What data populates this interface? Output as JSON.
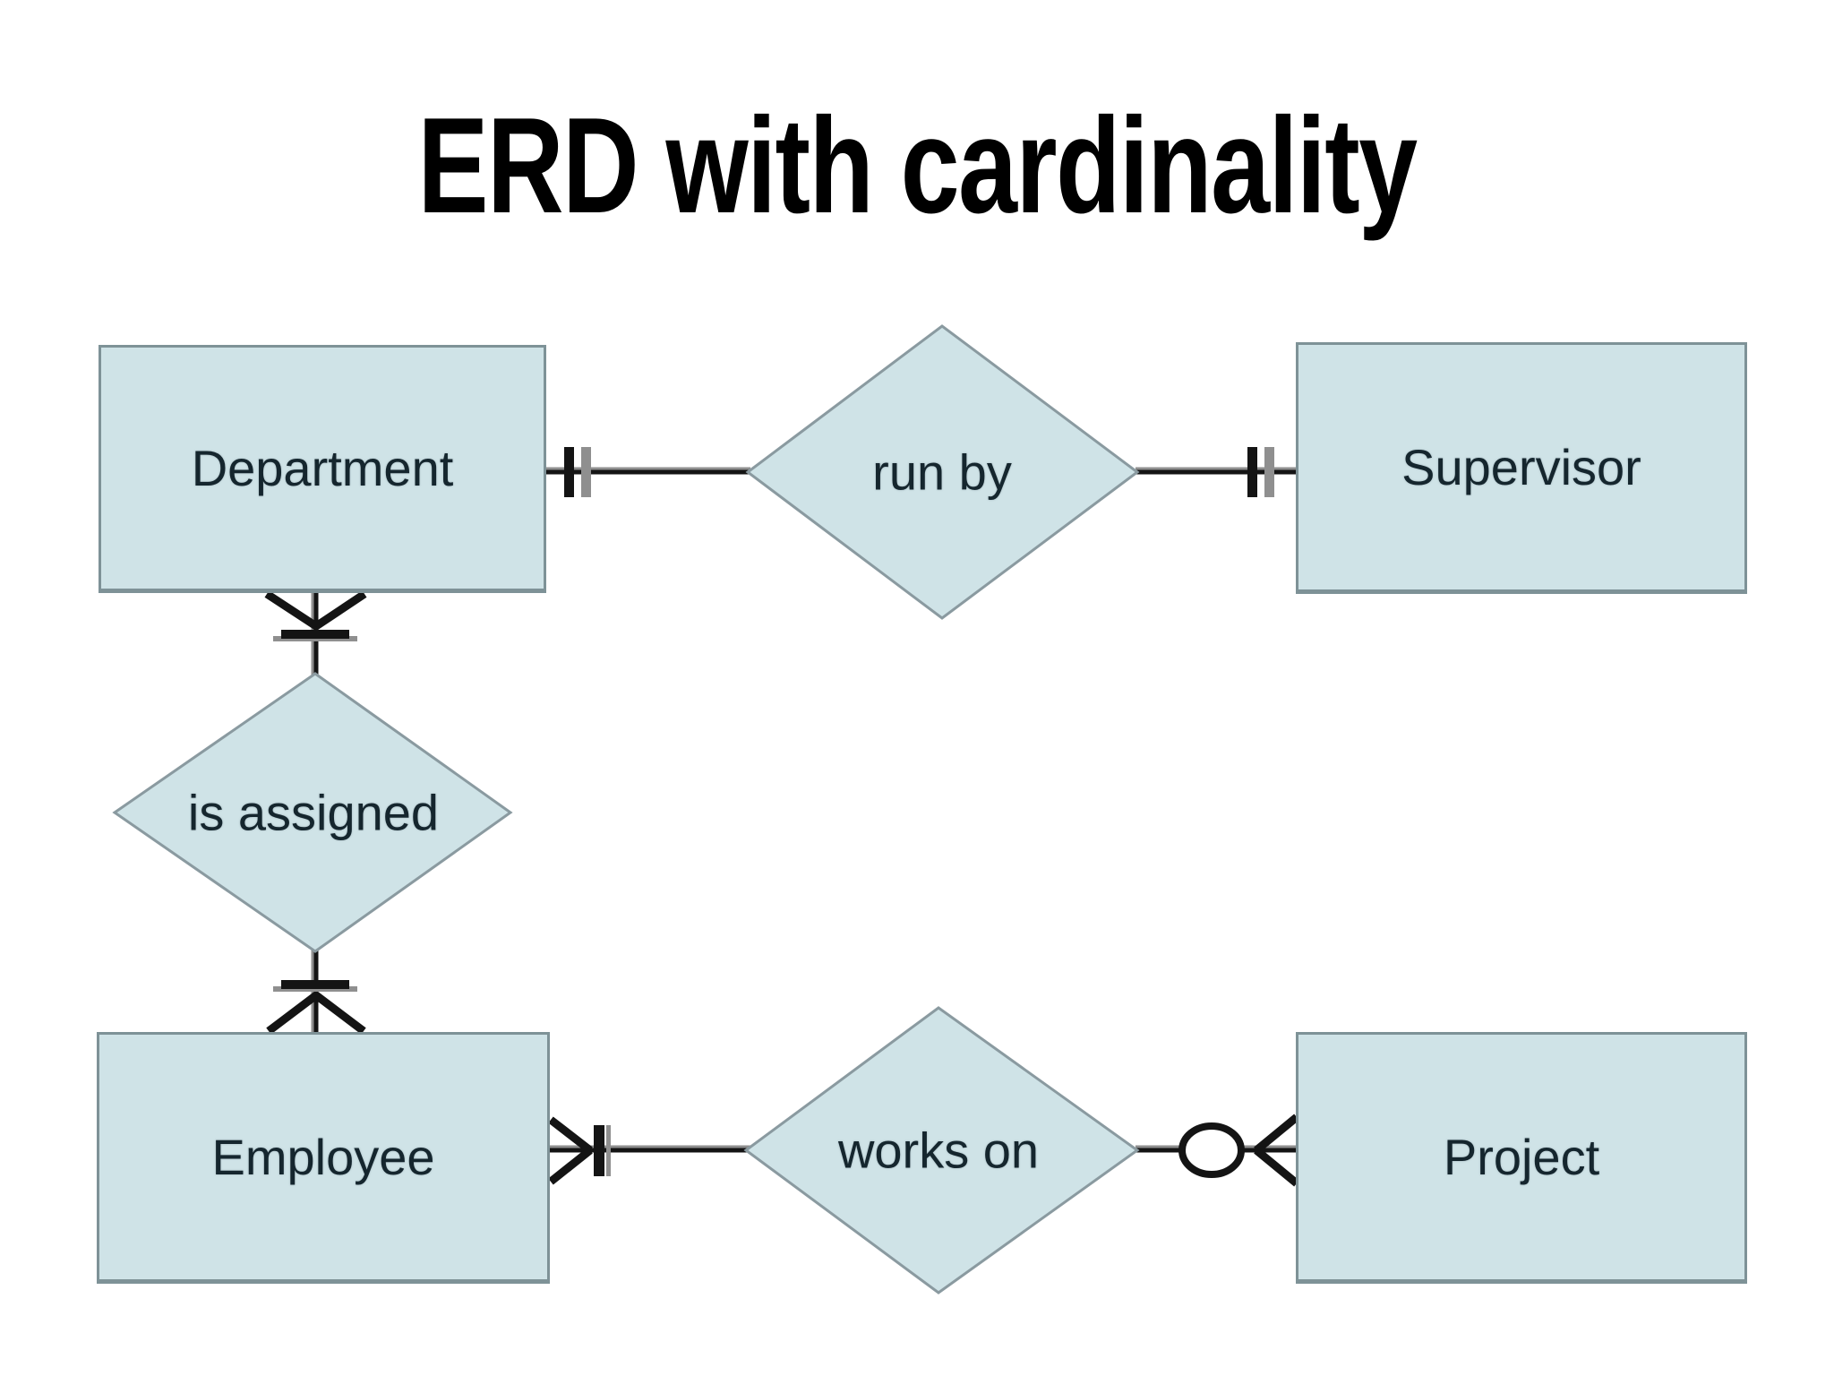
{
  "title": "ERD with cardinality",
  "entities": [
    {
      "id": "department",
      "label": "Department"
    },
    {
      "id": "supervisor",
      "label": "Supervisor"
    },
    {
      "id": "employee",
      "label": "Employee"
    },
    {
      "id": "project",
      "label": "Project"
    }
  ],
  "relationships": [
    {
      "id": "run-by",
      "label": "run by",
      "from": "Department",
      "to": "Supervisor",
      "from_cardinality": "one and only one",
      "from_symbol": "||",
      "to_cardinality": "one and only one",
      "to_symbol": "||"
    },
    {
      "id": "is-assigned",
      "label": "is assigned",
      "from": "Department",
      "to": "Employee",
      "from_cardinality": "one or many",
      "from_symbol": "crow-foot + tick",
      "to_cardinality": "one or many",
      "to_symbol": "tick + crow-foot"
    },
    {
      "id": "works-on",
      "label": "works on",
      "from": "Employee",
      "to": "Project",
      "from_cardinality": "one or many",
      "from_symbol": "crow-foot + tick",
      "to_cardinality": "zero or many",
      "to_symbol": "circle + crow-foot"
    }
  ],
  "colors": {
    "background": "#ffffff",
    "shape_fill": "#cfe3e7",
    "shape_border": "#7e9297",
    "line": "#141414",
    "line_shadow": "#8f8f8f",
    "label_text": "#15262e",
    "title_text": "#000000"
  }
}
